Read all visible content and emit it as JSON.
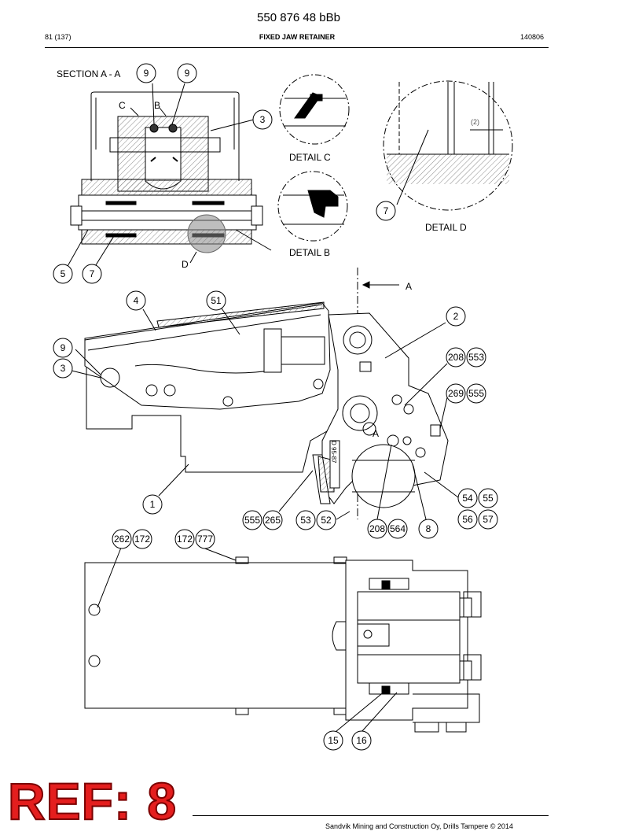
{
  "header": {
    "doc_number": "550 876 48 bBb",
    "page_count": "81 (137)",
    "title": "FIXED JAW RETAINER",
    "date_code": "140806"
  },
  "views": {
    "section_title": "SECTION A - A",
    "detail_c": "DETAIL C",
    "detail_b": "DETAIL B",
    "detail_d": "DETAIL D",
    "section_arrow": "A",
    "arrow_marker": "A",
    "letters": {
      "c": "C",
      "b": "B",
      "d": "D"
    },
    "detail_d_dim": "(2)",
    "part_marking": "D 95-87"
  },
  "callouts": {
    "c9a": "9",
    "c9b": "9",
    "c3a": "3",
    "c5": "5",
    "c7a": "7",
    "c7b": "7",
    "c4": "4",
    "c51": "51",
    "c2": "2",
    "c9c": "9",
    "c3b": "3",
    "c208a": "208",
    "c553": "553",
    "c269": "269",
    "c555a": "555",
    "c54": "54",
    "c55": "55",
    "c56": "56",
    "c57": "57",
    "c1": "1",
    "c555b": "555",
    "c265": "265",
    "c53": "53",
    "c52": "52",
    "c208b": "208",
    "c564": "564",
    "c8": "8",
    "c262": "262",
    "c172a": "172",
    "c172b": "172",
    "c777": "777",
    "c15": "15",
    "c16": "16"
  },
  "footer": {
    "ref_stamp": "REF: 8",
    "copyright": "Sandvik Mining and Construction Oy, Drills Tampere © 2014"
  }
}
